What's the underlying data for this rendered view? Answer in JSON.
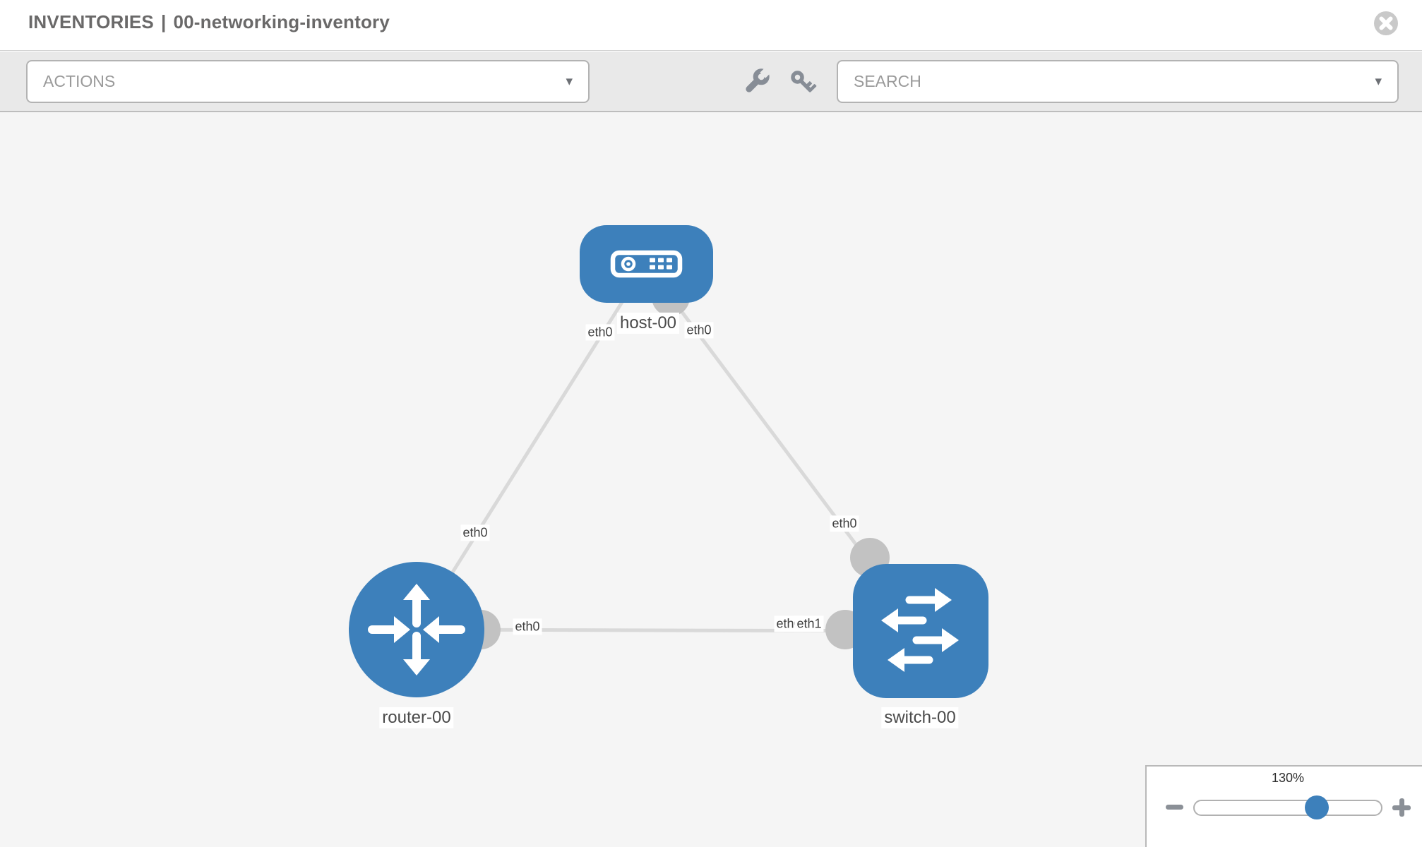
{
  "header": {
    "section": "INVENTORIES",
    "separator": "|",
    "inventory_name": "00-networking-inventory"
  },
  "toolbar": {
    "actions_label": "ACTIONS",
    "search_label": "SEARCH"
  },
  "icons": {
    "caret_down": "▾",
    "close": "✕",
    "wrench": "wrench-icon",
    "key": "key-icon",
    "minus": "−",
    "plus": "+"
  },
  "colors": {
    "node_blue": "#3d80bb",
    "link_gray": "#d9d9d9",
    "connector_gray": "#c2c2c2",
    "canvas_bg": "#f5f5f5"
  },
  "topology": {
    "nodes": [
      {
        "id": "host-00",
        "type": "host",
        "label": "host-00"
      },
      {
        "id": "router-00",
        "type": "router",
        "label": "router-00"
      },
      {
        "id": "switch-00",
        "type": "switch",
        "label": "switch-00"
      }
    ],
    "links": [
      {
        "from": "host-00",
        "to": "router-00",
        "from_interface": "eth0",
        "to_interface": "eth0"
      },
      {
        "from": "host-00",
        "to": "switch-00",
        "from_interface": "eth0",
        "to_interface": "eth0"
      },
      {
        "from": "router-00",
        "to": "switch-00",
        "from_interface": "eth0",
        "to_interface": "eth1"
      }
    ],
    "overlapped_interface_label": "eth0"
  },
  "zoom_control": {
    "level_label": "130%",
    "percent": 130
  }
}
